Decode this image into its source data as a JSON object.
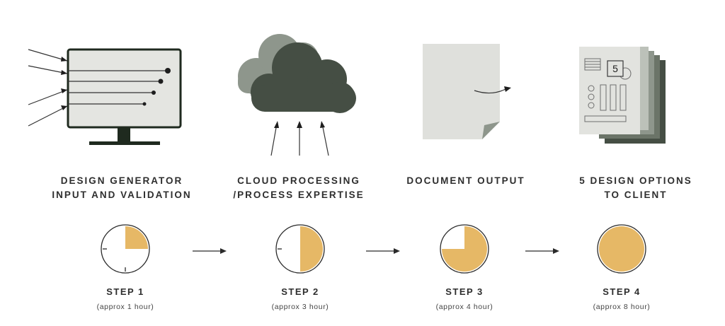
{
  "colors": {
    "dark_green": "#454e44",
    "light_green": "#8e968c",
    "mid_green": "#6b7468",
    "paper": "#e2e3df",
    "accent": "#e6b866",
    "ink": "#1e1e1e"
  },
  "icons": [
    "monitor-icon",
    "cloud-icon",
    "document-icon",
    "document-stack-icon"
  ],
  "stages": [
    {
      "title_line1": "DESIGN GENERATOR",
      "title_line2": "INPUT AND VALIDATION"
    },
    {
      "title_line1": "CLOUD PROCESSING",
      "title_line2": "/PROCESS EXPERTISE"
    },
    {
      "title_line1": "DOCUMENT OUTPUT",
      "title_line2": ""
    },
    {
      "title_line1": "5 DESIGN OPTIONS",
      "title_line2": "TO CLIENT"
    }
  ],
  "steps": [
    {
      "label": "STEP 1",
      "duration": "(approx 1 hour)",
      "fill_fraction": 0.25
    },
    {
      "label": "STEP 2",
      "duration": "(approx 3 hour)",
      "fill_fraction": 0.5
    },
    {
      "label": "STEP 3",
      "duration": "(approx 4 hour)",
      "fill_fraction": 0.75
    },
    {
      "label": "STEP 4",
      "duration": "(approx 8 hour)",
      "fill_fraction": 1.0
    }
  ],
  "stack_badge": "5"
}
